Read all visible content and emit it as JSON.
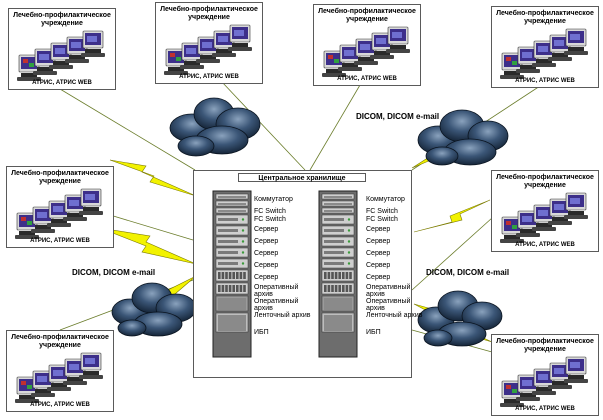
{
  "sites": [
    {
      "title": "Лечебно-профилактическое учреждение",
      "caption": "АТРИС, АТРИС WEB"
    },
    {
      "title": "Лечебно-профилактическое учреждение",
      "caption": "АТРИС, АТРИС WEB"
    },
    {
      "title": "Лечебно-профилактическое учреждение",
      "caption": "АТРИС, АТРИС WEB"
    },
    {
      "title": "Лечебно-профилактическое учреждение",
      "caption": "АТРИС, АТРИС WEB"
    },
    {
      "title": "Лечебно-профилактическое учреждение",
      "caption": "АТРИС, АТРИС WEB"
    },
    {
      "title": "Лечебно-профилактическое учреждение",
      "caption": "АТРИС, АТРИС WEB"
    },
    {
      "title": "Лечебно-профилактическое учреждение",
      "caption": "АТРИС, АТРИС WEB"
    },
    {
      "title": "Лечебно-профилактическое учреждение",
      "caption": "АТРИС, АТРИС WEB"
    }
  ],
  "protocols": [
    "DICOM, DICOM e-mail",
    "DICOM, DICOM e-mail",
    "DICOM, DICOM e-mail"
  ],
  "central": {
    "title": "Центральное хранилище",
    "racks": [
      {
        "labels": [
          "Коммутатор",
          "FC Switch",
          "FC Switch",
          "Сервер",
          "Сервер",
          "Сервер",
          "Сервер",
          "Сервер",
          "Оперативный архив",
          "Оперативный архив",
          "Ленточный архив",
          "ИБП"
        ]
      },
      {
        "labels": [
          "Коммутатор",
          "FC Switch",
          "FC Switch",
          "Сервер",
          "Сервер",
          "Сервер",
          "Сервер",
          "Сервер",
          "Оперативный архив",
          "Оперативный архив",
          "Ленточный архив",
          "ИБП"
        ]
      }
    ]
  },
  "colors": {
    "cloud": "#1f3550",
    "lightning": "#f2f200",
    "monitor_screen": "#3d2f8a",
    "line": "#6a7c2a"
  }
}
